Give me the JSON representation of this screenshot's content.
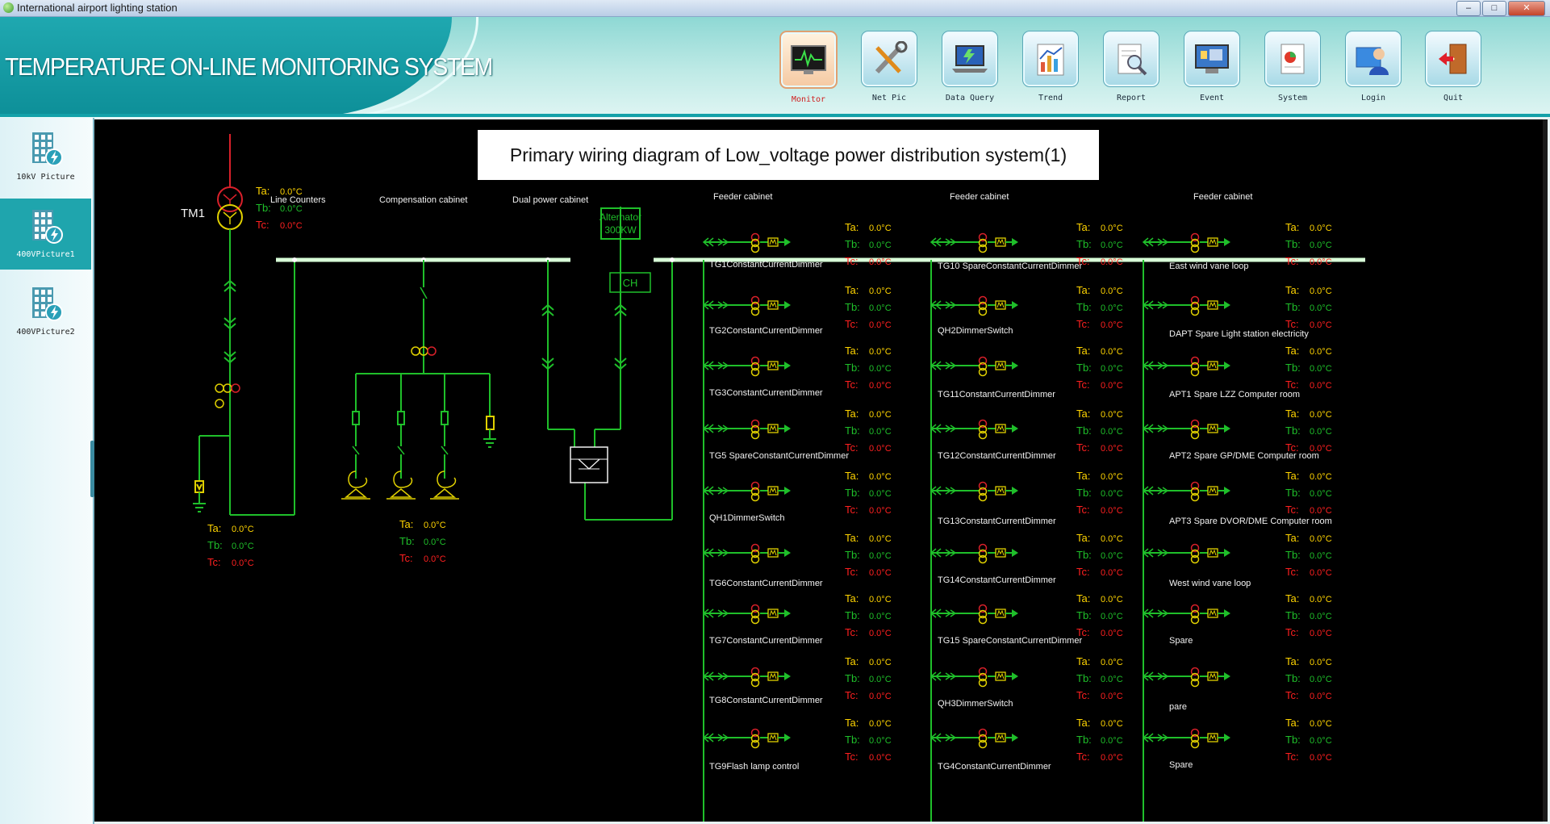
{
  "window": {
    "title": "International airport lighting station"
  },
  "header": {
    "app_title": "TEMPERATURE ON-LINE MONITORING SYSTEM"
  },
  "nav": [
    {
      "label": "Monitor",
      "icon": "monitor-icon",
      "active": true
    },
    {
      "label": "Net Pic",
      "icon": "tools-icon"
    },
    {
      "label": "Data Query",
      "icon": "laptop-icon"
    },
    {
      "label": "Trend",
      "icon": "trend-chart-icon"
    },
    {
      "label": "Report",
      "icon": "report-magnifier-icon"
    },
    {
      "label": "Event",
      "icon": "event-screen-icon"
    },
    {
      "label": "System",
      "icon": "system-chart-icon"
    },
    {
      "label": "Login",
      "icon": "user-login-icon"
    },
    {
      "label": "Quit",
      "icon": "exit-door-icon"
    }
  ],
  "sidebar": [
    {
      "label": "10kV Picture",
      "active": false
    },
    {
      "label": "400VPicture1",
      "active": true
    },
    {
      "label": "400VPicture2",
      "active": false
    }
  ],
  "diagram": {
    "title": "Primary wiring diagram of Low_voltage power distribution system(1)",
    "transformer": "TM1",
    "cabinets": {
      "line_counters": "Line Counters",
      "compensation": "Compensation cabinet",
      "dual_power": "Dual power cabinet",
      "alternator": "Alternator",
      "alternator_power": "300KW",
      "ch": "CH",
      "feeder1": "Feeder cabinet",
      "feeder2": "Feeder cabinet",
      "feeder3": "Feeder cabinet"
    },
    "temp_keys": {
      "a": "Ta:",
      "b": "Tb:",
      "c": "Tc:"
    },
    "temp_value": "0.0°C",
    "feeders_col1": [
      "TG1ConstantCurrentDimmer",
      "TG2ConstantCurrentDimmer",
      "TG3ConstantCurrentDimmer",
      "TG5 SpareConstantCurrentDimmer",
      "QH1DimmerSwitch",
      "TG6ConstantCurrentDimmer",
      "TG7ConstantCurrentDimmer",
      "TG8ConstantCurrentDimmer",
      "TG9Flash lamp control"
    ],
    "feeders_col2": [
      "TG10 SpareConstantCurrentDimmer",
      "QH2DimmerSwitch",
      "TG11ConstantCurrentDimmer",
      "TG12ConstantCurrentDimmer",
      "TG13ConstantCurrentDimmer",
      "TG14ConstantCurrentDimmer",
      "TG15 SpareConstantCurrentDimmer",
      "QH3DimmerSwitch",
      "TG4ConstantCurrentDimmer"
    ],
    "feeders_col3": [
      "East wind vane loop",
      "DAPT Spare Light station electricity",
      "APT1 Spare LZZ Computer room",
      "APT2 Spare GP/DME Computer room",
      "APT3 Spare DVOR/DME Computer room",
      "West wind vane loop",
      "Spare",
      "pare",
      "Spare"
    ]
  }
}
